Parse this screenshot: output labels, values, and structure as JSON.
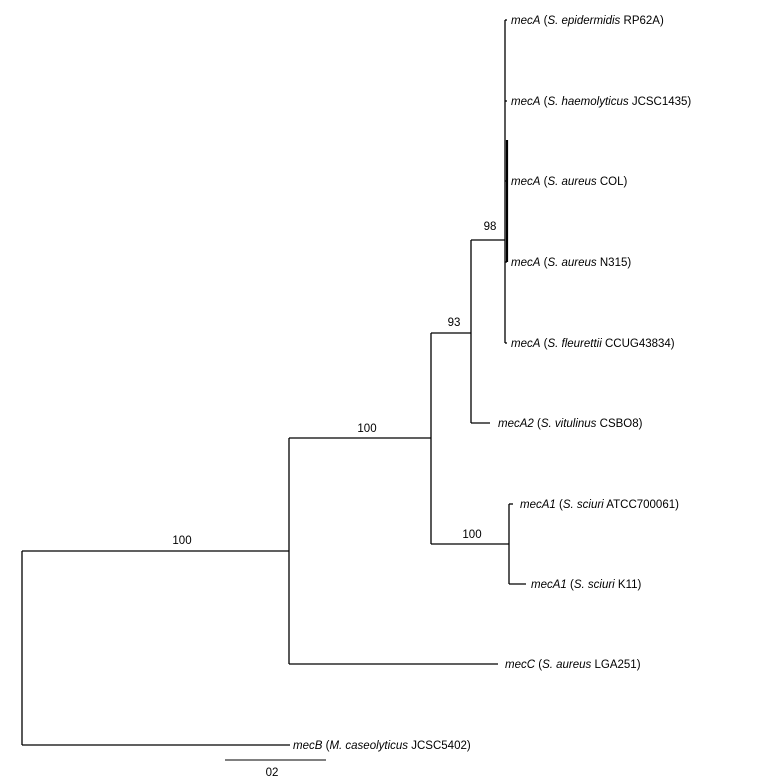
{
  "tree": {
    "taxa": [
      {
        "id": "t1",
        "parts": [
          {
            "text": "mecA",
            "italic": true
          },
          {
            "text": " (",
            "italic": false
          },
          {
            "text": "S. epidermidis",
            "italic": true
          },
          {
            "text": " RP62A)",
            "italic": false
          }
        ]
      },
      {
        "id": "t2",
        "parts": [
          {
            "text": "mecA",
            "italic": true
          },
          {
            "text": " (",
            "italic": false
          },
          {
            "text": "S. haemolyticus",
            "italic": true
          },
          {
            "text": " JCSC1435)",
            "italic": false
          }
        ]
      },
      {
        "id": "t3",
        "parts": [
          {
            "text": "mecA",
            "italic": true
          },
          {
            "text": " (",
            "italic": false
          },
          {
            "text": "S. aureus",
            "italic": true
          },
          {
            "text": " COL)",
            "italic": false
          }
        ]
      },
      {
        "id": "t4",
        "parts": [
          {
            "text": "mecA",
            "italic": true
          },
          {
            "text": " (",
            "italic": false
          },
          {
            "text": "S. aureus",
            "italic": true
          },
          {
            "text": " N315)",
            "italic": false
          }
        ]
      },
      {
        "id": "t5",
        "parts": [
          {
            "text": "mecA",
            "italic": true
          },
          {
            "text": " (",
            "italic": false
          },
          {
            "text": "S. fleurettii",
            "italic": true
          },
          {
            "text": " CCUG43834)",
            "italic": false
          }
        ]
      },
      {
        "id": "t6",
        "parts": [
          {
            "text": "mecA2",
            "italic": true
          },
          {
            "text": " (",
            "italic": false
          },
          {
            "text": "S. vitulinus",
            "italic": true
          },
          {
            "text": " CSBO8)",
            "italic": false
          }
        ]
      },
      {
        "id": "t7",
        "parts": [
          {
            "text": "mecA1",
            "italic": true
          },
          {
            "text": " (",
            "italic": false
          },
          {
            "text": "S. sciuri",
            "italic": true
          },
          {
            "text": " ATCC700061)",
            "italic": false
          }
        ]
      },
      {
        "id": "t8",
        "parts": [
          {
            "text": "mecA1",
            "italic": true
          },
          {
            "text": " (",
            "italic": false
          },
          {
            "text": "S. sciuri",
            "italic": true
          },
          {
            "text": " K11)",
            "italic": false
          }
        ]
      },
      {
        "id": "t9",
        "parts": [
          {
            "text": "mecC",
            "italic": true
          },
          {
            "text": " (",
            "italic": false
          },
          {
            "text": "S. aureus",
            "italic": true
          },
          {
            "text": " LGA251)",
            "italic": false
          }
        ]
      },
      {
        "id": "t10",
        "parts": [
          {
            "text": "mecB",
            "italic": true
          },
          {
            "text": " (",
            "italic": false
          },
          {
            "text": "M. caseolyticus",
            "italic": true
          },
          {
            "text": " JCSC5402)",
            "italic": false
          }
        ]
      }
    ],
    "bootstrap": {
      "root": "100",
      "mecA_mecC_clade": "100",
      "mecA_group": "93",
      "mecA_core": "98",
      "sciuri_clade": "100"
    },
    "scale_bar_label": "02"
  }
}
